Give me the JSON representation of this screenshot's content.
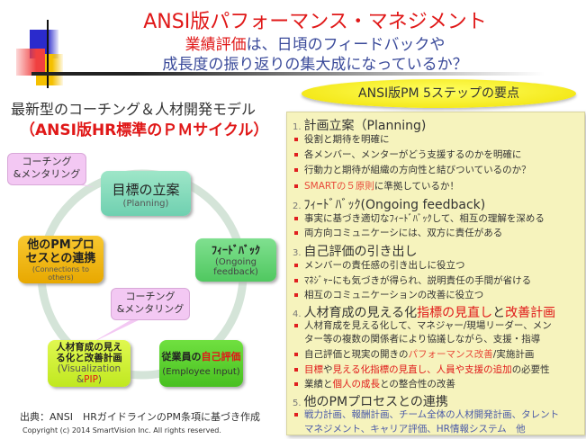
{
  "header": {
    "title": "ANSI版パフォーマンス・マネジメント",
    "subtitle_red": "業績評価",
    "subtitle_1": "は、日頃のフィードバックや",
    "subtitle_2": "成長度の振り返りの集大成になっているか？"
  },
  "left": {
    "title": "最新型のコーチング＆人材開発モデル",
    "subtitle": "（ANSI版HR標準のＰＭサイクル）",
    "callouts": [
      [
        "コーチング",
        "&メンタリング"
      ],
      [
        "コーチング",
        "&メンタリング"
      ]
    ],
    "nodes": {
      "planning": {
        "label": "目標の立案",
        "sub": "(Planning)"
      },
      "feedback": {
        "label": "ﾌｨｰﾄﾞﾊﾞｯｸ",
        "sub1": "(Ongoing",
        "sub2": "feedback)"
      },
      "employee": {
        "label_a": "従業員の",
        "label_b": "自己評価",
        "sub": "(Employee Input)"
      },
      "visual": {
        "label1": "人材育成の見え",
        "label2": "る化と改善計画",
        "sub1": "(Visualization",
        "sub2a": "&",
        "sub2b": "PIP",
        "sub2c": ")"
      },
      "others": {
        "label1": "他のPMプロ",
        "label2": "セスとの連携",
        "sub1": "(Connections to",
        "sub2": "others)"
      }
    },
    "source": "出典：ANSI　HRガイドラインのPM条項に基づき作成",
    "copyright": "Copyright (c) 2014 SmartVision Inc. All rights reserved."
  },
  "colors": {
    "red": "#e01818",
    "blue": "#3a4a9a",
    "panel": "#f6f3bd"
  },
  "steps_title": "ANSI版PM 5ステップの要点",
  "steps": [
    {
      "type": "h",
      "num": "1.",
      "segs": [
        {
          "t": "計画立案（Planning)"
        }
      ]
    },
    {
      "type": "b",
      "segs": [
        {
          "t": "役割と期待を明確に"
        }
      ]
    },
    {
      "type": "b",
      "segs": [
        {
          "t": "各メンバー、メンターがどう支援するのかを明確に"
        }
      ]
    },
    {
      "type": "b",
      "segs": [
        {
          "t": "行動力と期待が組織の方向性と結びついているのか？"
        }
      ]
    },
    {
      "type": "b",
      "segs": [
        {
          "t": "SMARTの５原則",
          "c": "#e84a3a"
        },
        {
          "t": "に準拠しているか！"
        }
      ]
    },
    {
      "type": "h",
      "num": "2.",
      "segs": [
        {
          "t": "ﾌｨｰﾄﾞﾊﾞｯｸ(Ongoing feedback)"
        }
      ]
    },
    {
      "type": "b",
      "segs": [
        {
          "t": "事実に基づき適切なﾌｨｰﾄﾞﾊﾞｯｸして、相互の理解を深める"
        }
      ]
    },
    {
      "type": "b",
      "segs": [
        {
          "t": "両方向コミュニケーシには、双方に責任がある"
        }
      ]
    },
    {
      "type": "h",
      "num": "3.",
      "segs": [
        {
          "t": "自己評価の引き出し"
        }
      ]
    },
    {
      "type": "b",
      "segs": [
        {
          "t": "メンバーの責任感の引き出しに役立つ"
        }
      ]
    },
    {
      "type": "b",
      "segs": [
        {
          "t": "ﾏﾈｼﾞｬｰにも気づきが得られ、説明責任の手間が省ける"
        }
      ]
    },
    {
      "type": "b",
      "segs": [
        {
          "t": "相互のコミュニケーションの改善に役立つ"
        }
      ]
    },
    {
      "type": "h",
      "num": "4.",
      "segs": [
        {
          "t": "人材育成の見える化"
        },
        {
          "t": "指標の見直し",
          "c": "#e01818"
        },
        {
          "t": "と"
        },
        {
          "t": "改善計画",
          "c": "#e01818"
        }
      ]
    },
    {
      "type": "b",
      "segs": [
        {
          "t": "人材育成を見える化して、マネジャー/現場リーダー、メン"
        }
      ]
    },
    {
      "type": "c",
      "segs": [
        {
          "t": "ター等の複数の関係者により協議しながら、支援・指導"
        }
      ]
    },
    {
      "type": "b",
      "segs": [
        {
          "t": "自己評価と現実の開きの"
        },
        {
          "t": "パフォーマンス改善",
          "c": "#e84a3a"
        },
        {
          "t": "/実施計画"
        }
      ]
    },
    {
      "type": "b",
      "segs": [
        {
          "t": "目標",
          "c": "#e01818"
        },
        {
          "t": "や"
        },
        {
          "t": "見える化指標の見直し、人員や支援の追加",
          "c": "#e01818"
        },
        {
          "t": "の必要性"
        }
      ]
    },
    {
      "type": "b",
      "segs": [
        {
          "t": "業績と"
        },
        {
          "t": "個人の成長",
          "c": "#e01818"
        },
        {
          "t": "との整合性の改善"
        }
      ]
    },
    {
      "type": "h",
      "num": "5.",
      "segs": [
        {
          "t": "他のPMプロセスとの連携"
        }
      ]
    },
    {
      "type": "b",
      "segs": [
        {
          "t": "戦力計画、報酬計画、チーム全体の人材開発計画、タレント",
          "c": "#4a5aa8"
        }
      ]
    },
    {
      "type": "c",
      "segs": [
        {
          "t": "マネジメント、キャリア評価、HR情報システム　他",
          "c": "#4a5aa8"
        }
      ]
    }
  ]
}
